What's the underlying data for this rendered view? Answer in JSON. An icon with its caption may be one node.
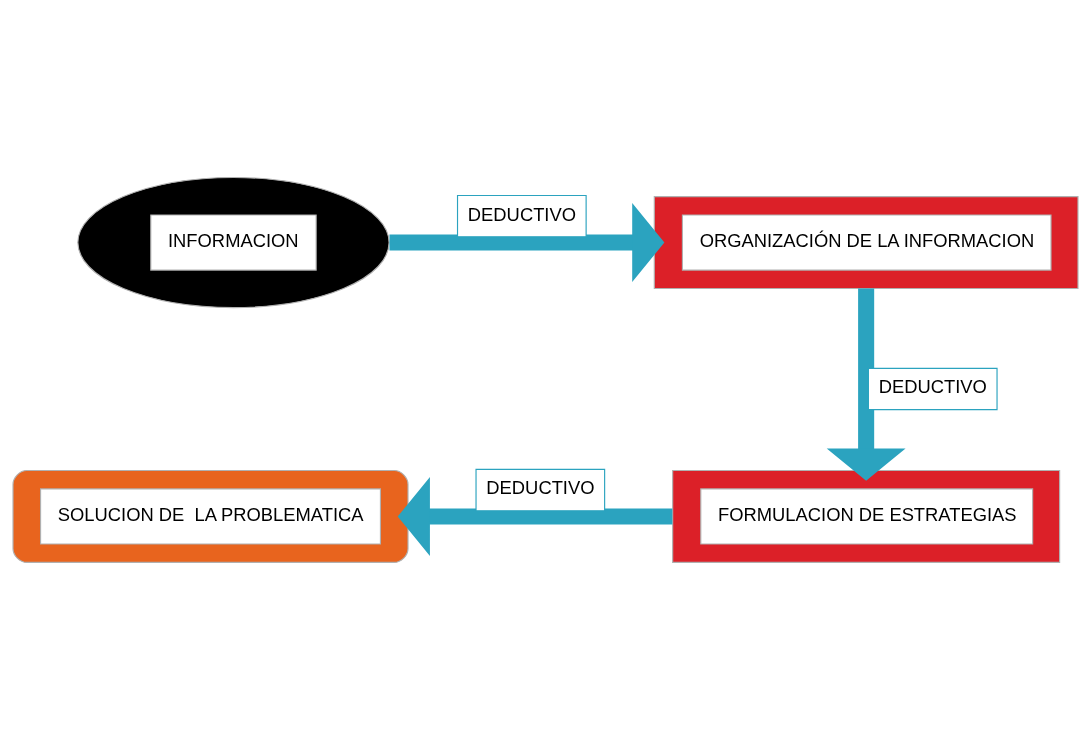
{
  "diagram": {
    "nodes": [
      {
        "text": [
          "INFORMACION"
        ]
      },
      {
        "text": [
          "ORGANIZACIÓN DE LA INFORMACION"
        ]
      },
      {
        "text": [
          "FORMULACION DE ESTRATEGIAS"
        ]
      },
      {
        "text": [
          "SOLUCION DE  LA PROBLEMATICA"
        ]
      }
    ],
    "edges": [
      {
        "from": 0,
        "to": 1,
        "arrow": "to",
        "label": "DEDUCTIVO"
      },
      {
        "from": 1,
        "to": 2,
        "arrow": "to",
        "label": "DEDUCTIVO"
      },
      {
        "from": 2,
        "to": 3,
        "arrow": "to",
        "label": "DEDUCTIVO"
      }
    ]
  }
}
